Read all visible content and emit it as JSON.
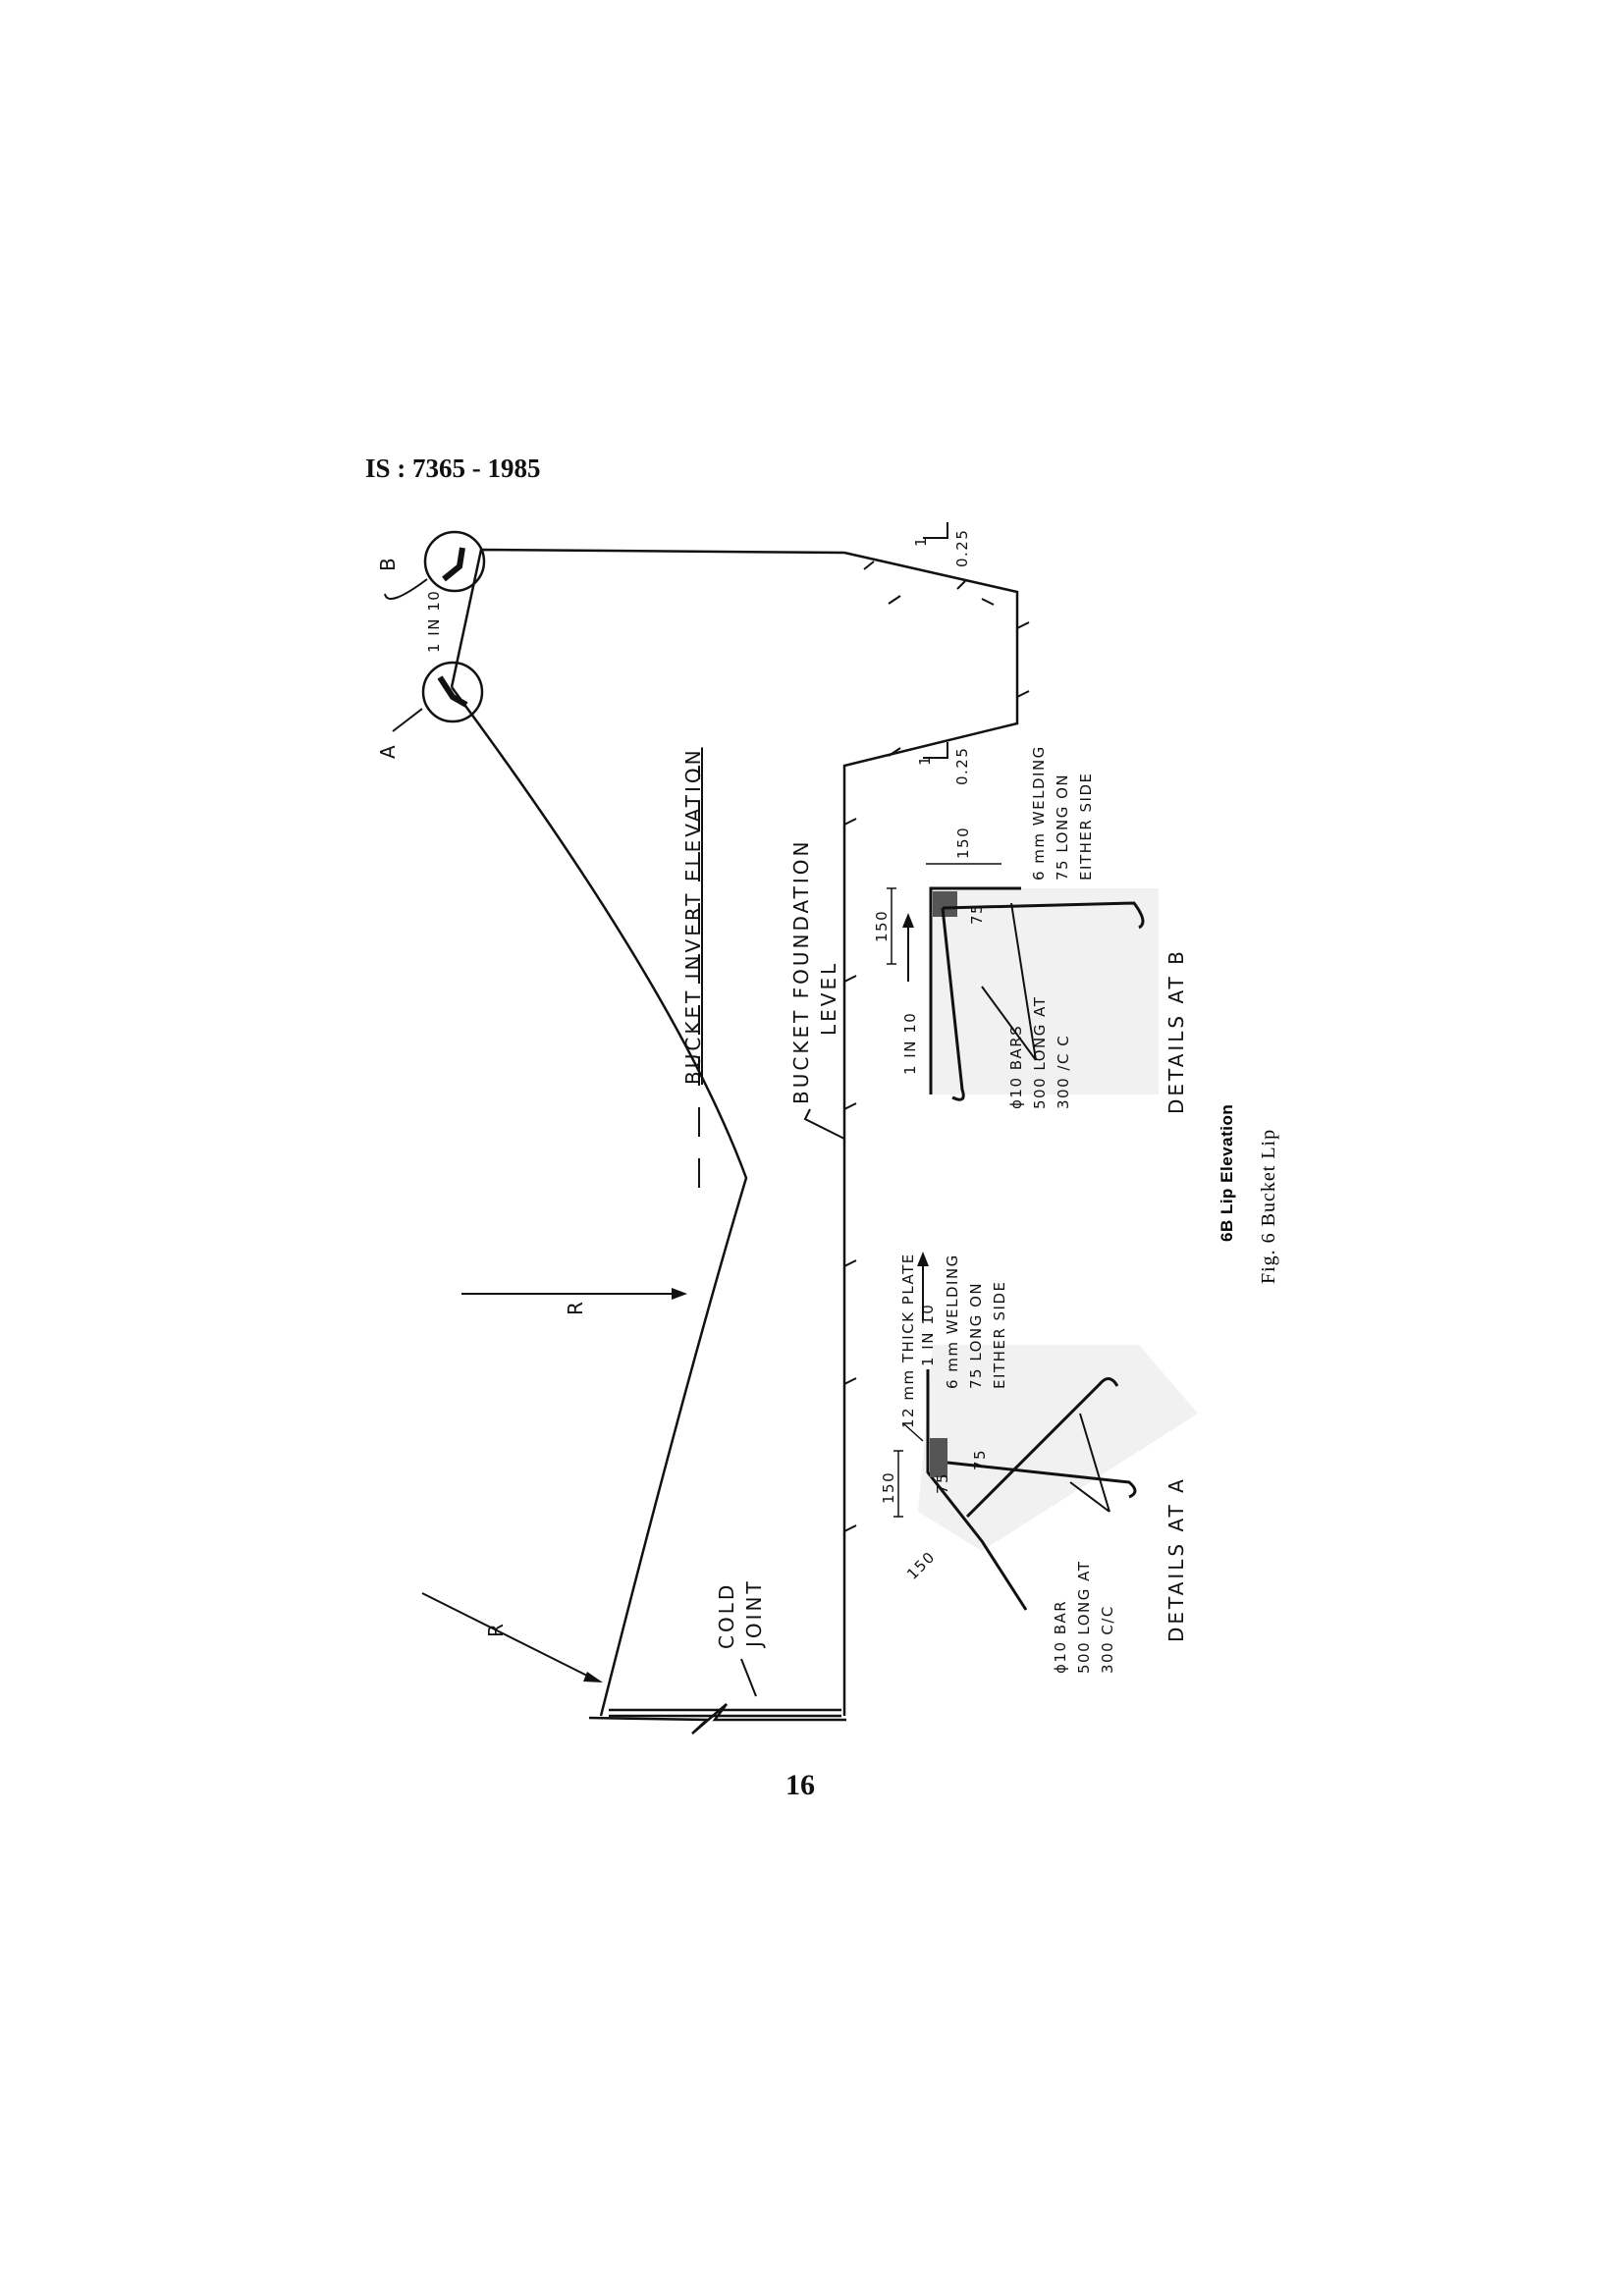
{
  "header": {
    "doc_id": "IS : 7365 - 1985"
  },
  "page_number": "16",
  "drawing": {
    "marks": {
      "a": "A",
      "b": "B",
      "r1": "R",
      "r2": "R"
    },
    "slope_lip": "1 IN 10",
    "bucket_invert": "BUCKET INVERT ELEVATION",
    "foundation": [
      "BUCKET FOUNDATION",
      "LEVEL"
    ],
    "cold_joint": [
      "COLD",
      "JOINT"
    ],
    "batter_1": {
      "one": "1",
      "val": "0.25"
    },
    "batter_2": {
      "one": "1",
      "val": "0.25"
    }
  },
  "detail_a": {
    "title": "DETAILS AT A",
    "plate": "12 mm THICK PLATE",
    "slope": "1 IN 10",
    "welding": [
      "6 mm WELDING",
      "75 LONG ON",
      "EITHER SIDE"
    ],
    "dim_150_a": "150",
    "dim_150_b": "150",
    "dim_75_a": "75",
    "dim_75_b": "75",
    "bars": [
      "ϕ10 BAR",
      "500 LONG AT",
      "300 C/C"
    ]
  },
  "detail_b": {
    "title": "DETAILS AT B",
    "slope": "1 IN 10",
    "welding": [
      "6 mm WELDING",
      "75 LONG ON",
      "EITHER SIDE"
    ],
    "dim_150_a": "150",
    "dim_150_b": "150",
    "dim_75": "75",
    "bars": [
      "ϕ10 BARS",
      "500 LONG AT",
      "300 /C C"
    ]
  },
  "caption": {
    "subtitle": "6B Lip Elevation",
    "figure": "Fig. 6 Bucket Lip"
  }
}
